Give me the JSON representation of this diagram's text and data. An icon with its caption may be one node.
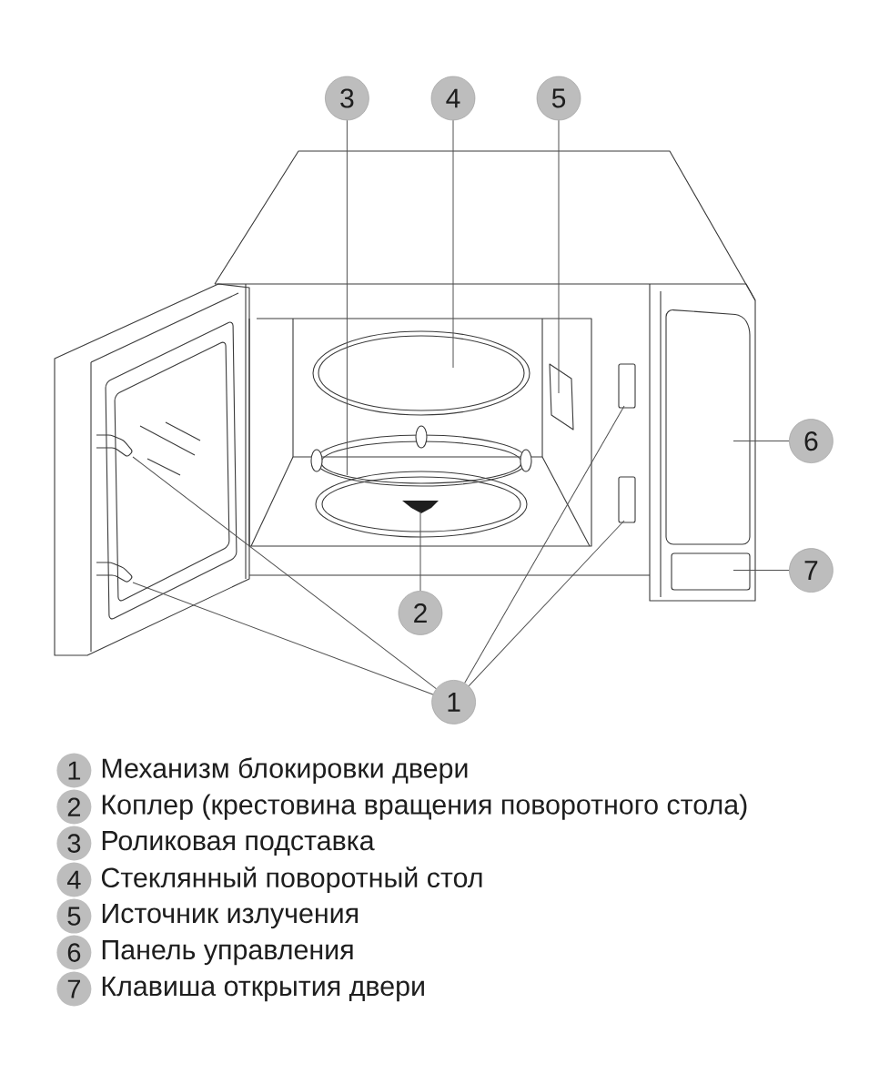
{
  "diagram": {
    "nodes": [
      {
        "text": [
          "3"
        ]
      },
      {
        "text": [
          "4"
        ]
      },
      {
        "text": [
          "5"
        ]
      },
      {
        "text": [
          "6"
        ]
      },
      {
        "text": [
          "7"
        ]
      },
      {
        "text": [
          "2"
        ]
      },
      {
        "text": [
          "1"
        ]
      },
      {
        "text": [
          "1"
        ],
        "beside": [
          "Механизм блокировки двери"
        ]
      },
      {
        "text": [
          "2"
        ],
        "beside": [
          "Коплер (крестовина вращения поворотного стола)"
        ]
      },
      {
        "text": [
          "3"
        ],
        "beside": [
          "Роликовая подставка"
        ]
      },
      {
        "text": [
          "4"
        ],
        "beside": [
          "Стеклянный поворотный стол"
        ]
      },
      {
        "text": [
          "5"
        ],
        "beside": [
          "Источник излучения"
        ]
      },
      {
        "text": [
          "6"
        ],
        "beside": [
          "Панель управления"
        ]
      },
      {
        "text": [
          "7"
        ],
        "beside": [
          "Клавиша открытия двери"
        ]
      }
    ],
    "edges": [
      {
        "from": 0,
        "to": null,
        "arrow": "none"
      },
      {
        "from": 1,
        "to": null,
        "arrow": "none"
      },
      {
        "from": 2,
        "to": null,
        "arrow": "none"
      },
      {
        "from": 3,
        "to": null,
        "arrow": "none"
      },
      {
        "from": 4,
        "to": null,
        "arrow": "none"
      },
      {
        "from": 5,
        "to": null,
        "arrow": "none"
      },
      {
        "from": 6,
        "to": null,
        "arrow": "none"
      },
      {
        "from": 6,
        "to": null,
        "arrow": "none"
      },
      {
        "from": 6,
        "to": null,
        "arrow": "none"
      },
      {
        "from": 6,
        "to": null,
        "arrow": "none"
      }
    ]
  }
}
